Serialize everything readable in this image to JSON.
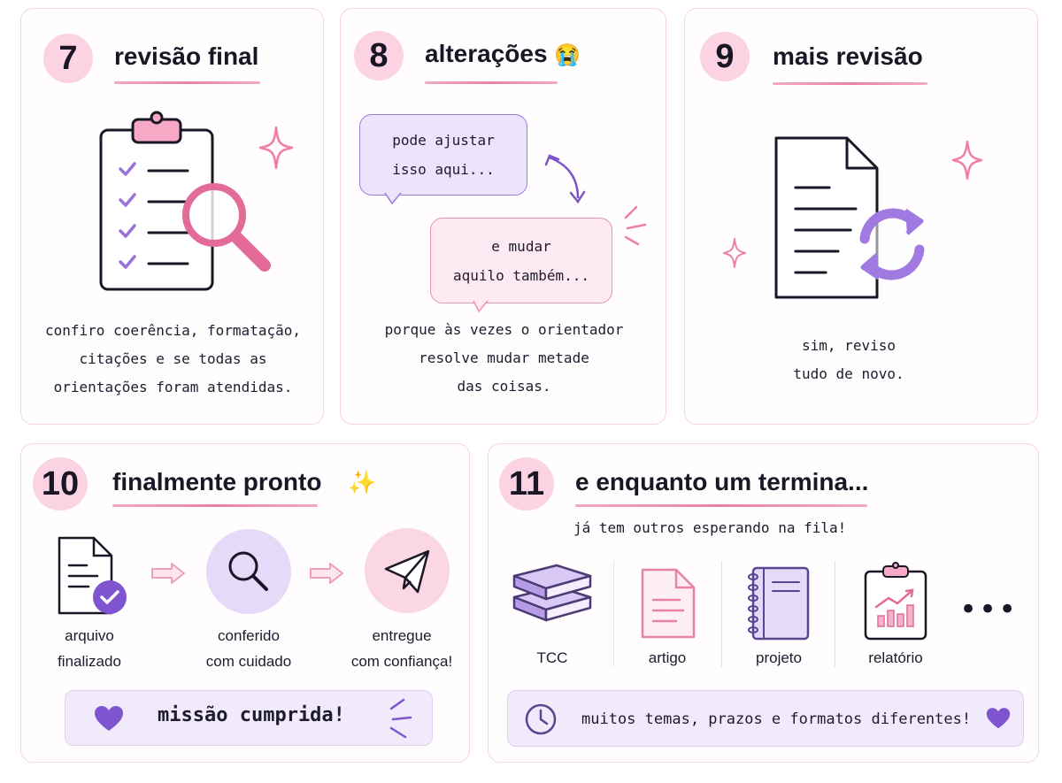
{
  "colors": {
    "pink": "#e982a9",
    "light_pink": "#fbd3e2",
    "purple": "#8d63d6",
    "light_purple": "#e9e0fa",
    "dark": "#1a1626"
  },
  "card7": {
    "number": "7",
    "title": "revisão final",
    "text": [
      "confiro coerência, formatação,",
      "citações e se todas as",
      "orientações foram atendidas."
    ],
    "icons": [
      "clipboard-checklist-icon",
      "magnifier-icon",
      "sparkle-icon"
    ]
  },
  "card8": {
    "number": "8",
    "title": "alterações",
    "emoji": "😭",
    "bubble1": [
      "pode ajustar",
      "isso aqui..."
    ],
    "bubble2": [
      "e mudar",
      "aquilo também..."
    ],
    "text": [
      "porque às vezes o orientador",
      "resolve mudar metade",
      "das coisas."
    ]
  },
  "card9": {
    "number": "9",
    "title": "mais revisão",
    "text": [
      "sim, reviso",
      "tudo de novo."
    ],
    "icons": [
      "document-icon",
      "refresh-icon",
      "sparkle-icon"
    ]
  },
  "card10": {
    "number": "10",
    "title": "finalmente pronto",
    "emoji": "✨",
    "steps": [
      {
        "label": [
          "arquivo",
          "finalizado"
        ],
        "icon": "document-check-icon"
      },
      {
        "label": [
          "conferido",
          "com cuidado"
        ],
        "icon": "magnifier-icon"
      },
      {
        "label": [
          "entregue",
          "com confiança!"
        ],
        "icon": "paper-plane-icon"
      }
    ],
    "banner": "missão cumprida!"
  },
  "card11": {
    "number": "11",
    "title": "e enquanto um termina...",
    "subtitle": "já tem outros esperando na fila!",
    "items": [
      {
        "label": "TCC",
        "icon": "books-icon"
      },
      {
        "label": "artigo",
        "icon": "document-icon"
      },
      {
        "label": "projeto",
        "icon": "notebook-icon"
      },
      {
        "label": "relatório",
        "icon": "report-clipboard-icon"
      }
    ],
    "more": "•••",
    "banner": "muitos temas, prazos e formatos diferentes!"
  }
}
